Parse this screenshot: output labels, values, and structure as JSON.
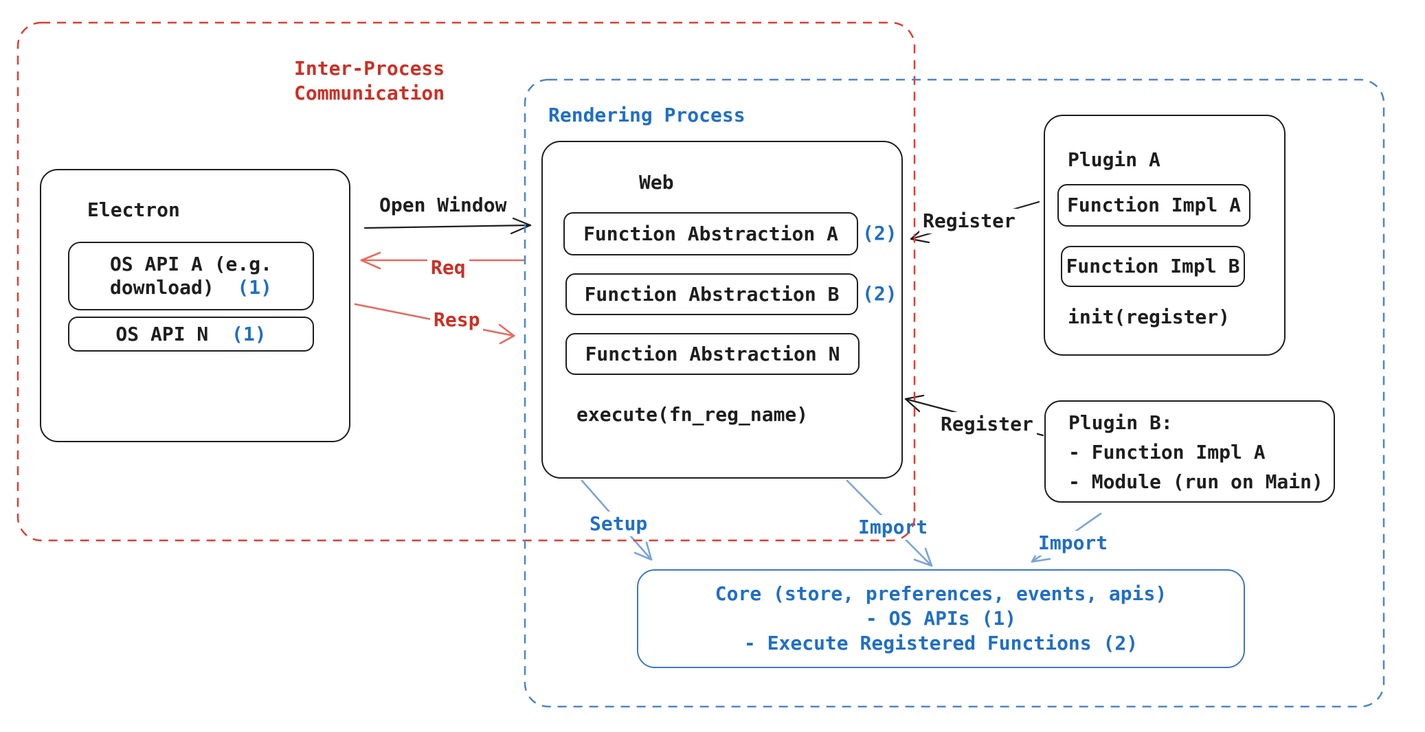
{
  "colors": {
    "ink": "#1e1e1e",
    "red_text": "#ce2f24",
    "red_line": "#e56a5d",
    "red_dash": "#e23b30",
    "blue_text": "#1f6fc5",
    "blue_line": "#7aa3dc",
    "blue_dash": "#4a86ca",
    "core_border": "#3c78c2"
  },
  "ipc": {
    "line1": "Inter-Process",
    "line2": "Communication"
  },
  "rendering": {
    "label": "Rendering Process"
  },
  "electron": {
    "title": "Electron",
    "os_api_a_line1": "OS API A (e.g.",
    "os_api_a_line2": "download)",
    "os_api_a_badge": "(1)",
    "os_api_n_label": "OS API N",
    "os_api_n_badge": "(1)"
  },
  "web": {
    "title": "Web",
    "fn_a": "Function Abstraction A",
    "fn_a_badge": "(2)",
    "fn_b": "Function Abstraction B",
    "fn_b_badge": "(2)",
    "fn_n": "Function Abstraction N",
    "execute": "execute(fn_reg_name)"
  },
  "plugin_a": {
    "title": "Plugin A",
    "impl_a": "Function Impl A",
    "impl_b": "Function Impl B",
    "init": "init(register)"
  },
  "plugin_b": {
    "line1": "Plugin B:",
    "line2": "- Function Impl A",
    "line3": "- Module (run on Main)"
  },
  "core": {
    "line1": "Core (store, preferences, events, apis)",
    "line2": "- OS APIs (1)",
    "line3": "- Execute Registered Functions (2)"
  },
  "labels": {
    "open_window": "Open Window",
    "req": "Req",
    "resp": "Resp",
    "register_a": "Register",
    "register_b": "Register",
    "setup": "Setup",
    "import_web": "Import",
    "import_plugin": "Import"
  }
}
